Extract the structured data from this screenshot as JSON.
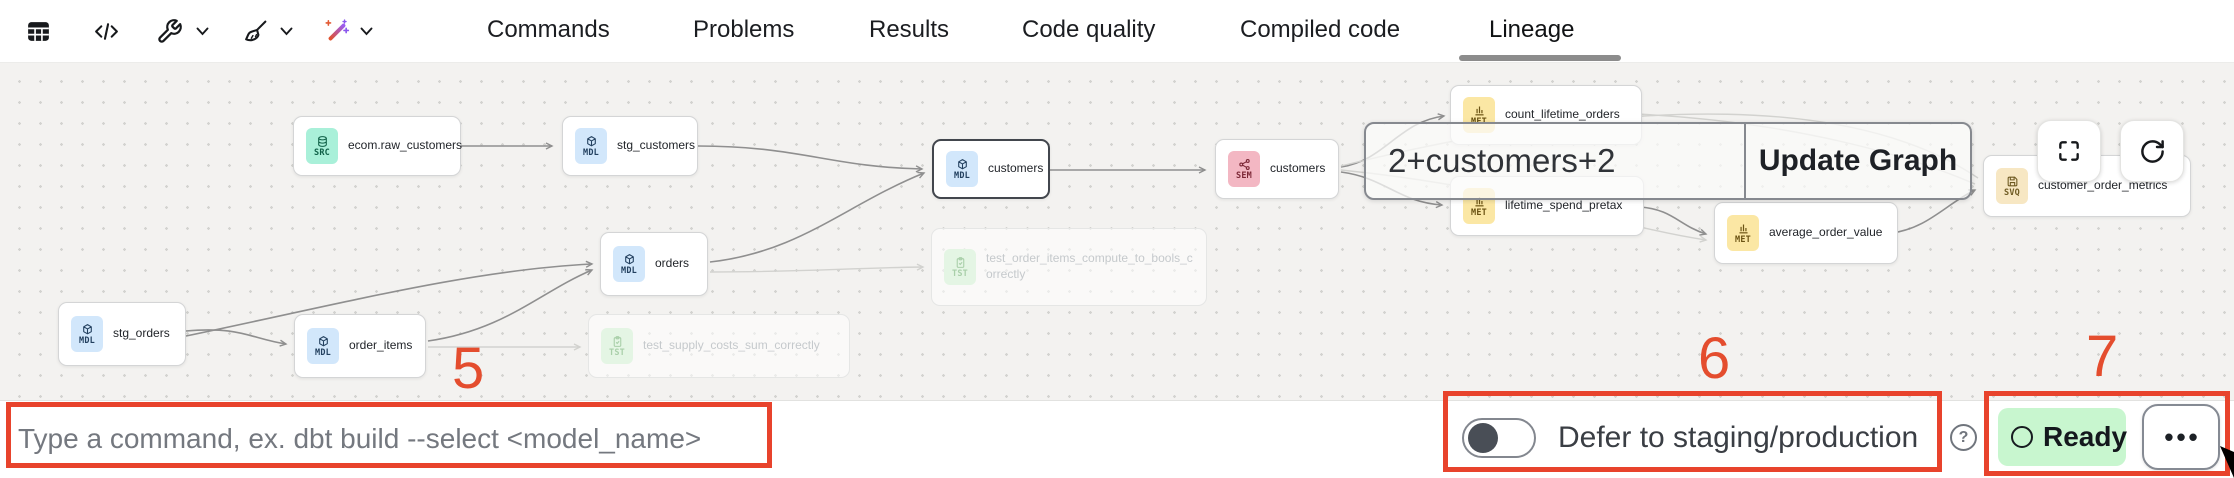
{
  "toolbar": {
    "icons": [
      "table-view",
      "code-editor",
      "build-tools",
      "cleanup-tools",
      "ai-wand"
    ]
  },
  "tabs": [
    {
      "label": "Commands"
    },
    {
      "label": "Problems"
    },
    {
      "label": "Results"
    },
    {
      "label": "Code quality"
    },
    {
      "label": "Compiled code"
    },
    {
      "label": "Lineage",
      "active": true
    }
  ],
  "lineage": {
    "selector": {
      "query": "2+customers+2",
      "button_label": "Update Graph"
    },
    "nodes": {
      "raw_customers": {
        "badge": "SRC",
        "label": "ecom.raw_customers"
      },
      "stg_customers": {
        "badge": "MDL",
        "label": "stg_customers"
      },
      "stg_orders": {
        "badge": "MDL",
        "label": "stg_orders"
      },
      "order_items": {
        "badge": "MDL",
        "label": "order_items"
      },
      "orders": {
        "badge": "MDL",
        "label": "orders"
      },
      "customers_model": {
        "badge": "MDL",
        "label": "customers",
        "selected": true
      },
      "customers_semantic": {
        "badge": "SEM",
        "label": "customers"
      },
      "count_lifetime_orders": {
        "badge": "MET",
        "label": "count_lifetime_orders"
      },
      "lifetime_spend_pretax": {
        "badge": "MET",
        "label": "lifetime_spend_pretax"
      },
      "average_order_value": {
        "badge": "MET",
        "label": "average_order_value"
      },
      "customer_order_metrics": {
        "badge": "SVQ",
        "label": "customer_order_metrics"
      },
      "test_order_items": {
        "badge": "TST",
        "label": "test_order_items_compute_to_bools_correctly"
      },
      "test_supply_costs": {
        "badge": "TST",
        "label": "test_supply_costs_sum_correctly"
      }
    }
  },
  "bottom_bar": {
    "command_placeholder": "Type a command, ex. dbt build --select <model_name>",
    "defer_label": "Defer to staging/production",
    "help_glyph": "?",
    "status_label": "Ready",
    "overflow_glyph": "•••"
  },
  "annotations": {
    "n5": "5",
    "n6": "6",
    "n7": "7"
  },
  "colors": {
    "annotation_red": "#e8432c",
    "status_green_bg": "#c8f6cf",
    "badge_src": "#a9f0d9",
    "badge_mdl": "#d2e7fb",
    "badge_sem": "#f3b7c3",
    "badge_met": "#fbe7a4",
    "badge_svq": "#f7e7c3",
    "badge_tst": "#e4f5e4"
  }
}
